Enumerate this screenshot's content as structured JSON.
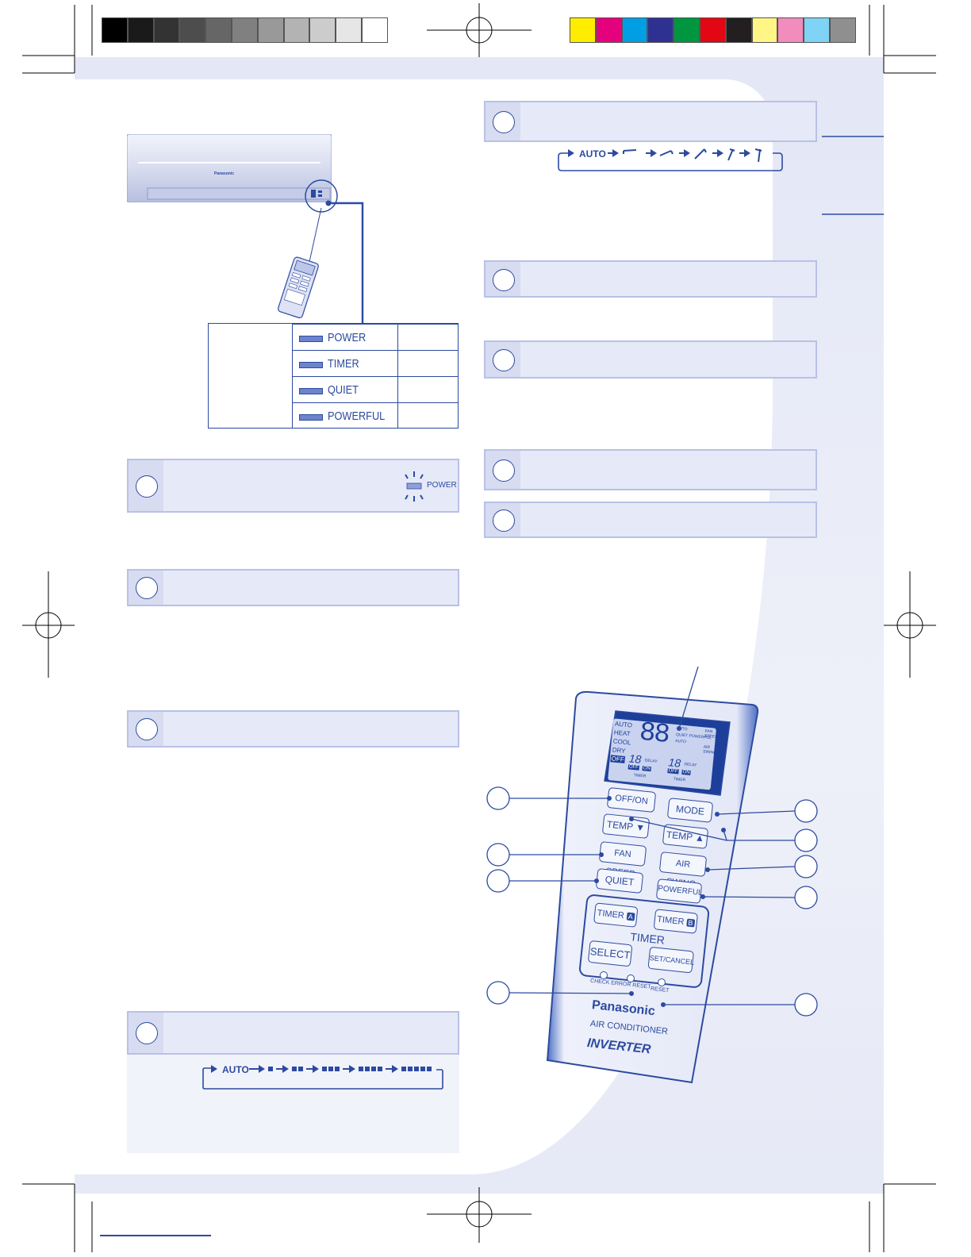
{
  "indicator_panel": {
    "rows": [
      {
        "label": "POWER"
      },
      {
        "label": "TIMER"
      },
      {
        "label": "QUIET"
      },
      {
        "label": "POWERFUL"
      }
    ]
  },
  "power_box": {
    "indicator_label": "POWER"
  },
  "air_swing_sequence": {
    "start_label": "AUTO"
  },
  "fan_speed_sequence": {
    "start_label": "AUTO"
  },
  "remote": {
    "lcd": {
      "modes": [
        "AUTO",
        "HEAT",
        "COOL",
        "DRY",
        "OFF"
      ],
      "temp_digits": "88",
      "fan_speed_label": "FAN SPEED",
      "air_swing_label": "AIR SWING",
      "auto_fan": "AUTO",
      "quiet_powerful": "QUIET POWERFUL",
      "auto_swing": "AUTO",
      "timer_a_time": "18",
      "timer_b_time": "18",
      "delay_label": "DELAY",
      "off_label": "OFF",
      "on_label": "ON",
      "timer_a_label": "TIMER",
      "timer_b_label": "TIMER"
    },
    "buttons": {
      "off_on": "OFF/ON",
      "mode": "MODE",
      "temp_down": "TEMP ▼",
      "temp_up": "TEMP ▲",
      "fan_speed": "FAN SPEED",
      "air_swing": "AIR SWING",
      "quiet": "QUIET",
      "powerful": "POWERFUL",
      "timer_a": "TIMER",
      "timer_b": "TIMER",
      "timer_group": "TIMER",
      "select": "SELECT",
      "set_cancel": "SET/CANCEL"
    },
    "small_labels": {
      "check": "CHECK",
      "error_reset": "ERROR RESET",
      "reset": "RESET"
    },
    "brand": "Panasonic",
    "product": "AIR CONDITIONER",
    "series": "INVERTER"
  },
  "indoor_unit": {
    "brand": "Panasonic"
  },
  "colors": {
    "accent": "#2c4aa0",
    "box_fill": "#e6e9f7",
    "box_border": "#b9c1e5",
    "page_tint": "#e3e7f6"
  },
  "color_bar_left": [
    "#000000",
    "#1a1a1a",
    "#333333",
    "#4d4d4d",
    "#666666",
    "#808080",
    "#999999",
    "#b3b3b3",
    "#cccccc",
    "#e6e6e6",
    "#ffffff"
  ],
  "color_bar_right": [
    "#ffed00",
    "#e5007e",
    "#009fe3",
    "#2e3192",
    "#00963f",
    "#e30613",
    "#231f20",
    "#fff685",
    "#f18cbd",
    "#7fd3f5",
    "#8f8f8f"
  ]
}
